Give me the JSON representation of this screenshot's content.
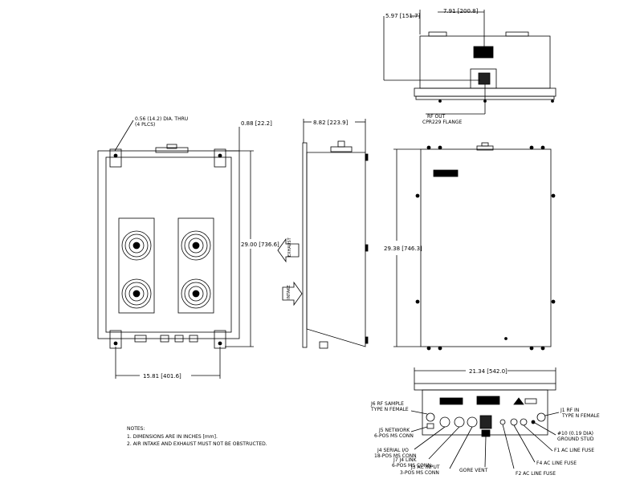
{
  "dimensions": {
    "top_offset": "5.97 [151.7]",
    "top_width": "7.91 [200.8]",
    "hole": [
      "0.56 (14.2) DIA. THRU",
      "(4 PLCS)"
    ],
    "flange_width": "0.88 [22.2]",
    "side_depth": "8.82 [223.9]",
    "front_height": "29.00 [736.6]",
    "front_width": "15.81 [401.6]",
    "back_height": "29.38 [746.3]",
    "bottom_width": "21.34 [542.0]"
  },
  "arrows": {
    "exhaust": "EXHAUST",
    "intake": "INTAKE"
  },
  "top_view": {
    "rf_out": [
      "RF OUT",
      "CPR229 FLANGE"
    ]
  },
  "connectors": {
    "j6": [
      "J6 RF SAMPLE",
      "TYPE N FEMALE"
    ],
    "j5": [
      "J5 NETWORK",
      "6-POS MS CONN"
    ],
    "j4": [
      "J4 SERIAL I/O",
      "18-POS MS CONN"
    ],
    "j7": [
      "J7 J4 LINK",
      "6-POS MS CONN"
    ],
    "j3": [
      "J3 AC INPUT",
      "3-POS MS CONN"
    ],
    "gore": "GORE VENT",
    "f2": "F2 AC LINE FUSE",
    "f4": "F4 AC LINE FUSE",
    "f1": "F1 AC LINE FUSE",
    "ground": [
      "#10 (0.19 DIA)",
      "GROUND STUD"
    ],
    "j1": [
      "J1 RF IN",
      "TYPE N FEMALE"
    ]
  },
  "notes": {
    "title": "NOTES:",
    "items": [
      "1. DIMENSIONS ARE IN INCHES [mm].",
      "2. AIR INTAKE AND EXHAUST MUST NOT BE OBSTRUCTED."
    ]
  }
}
